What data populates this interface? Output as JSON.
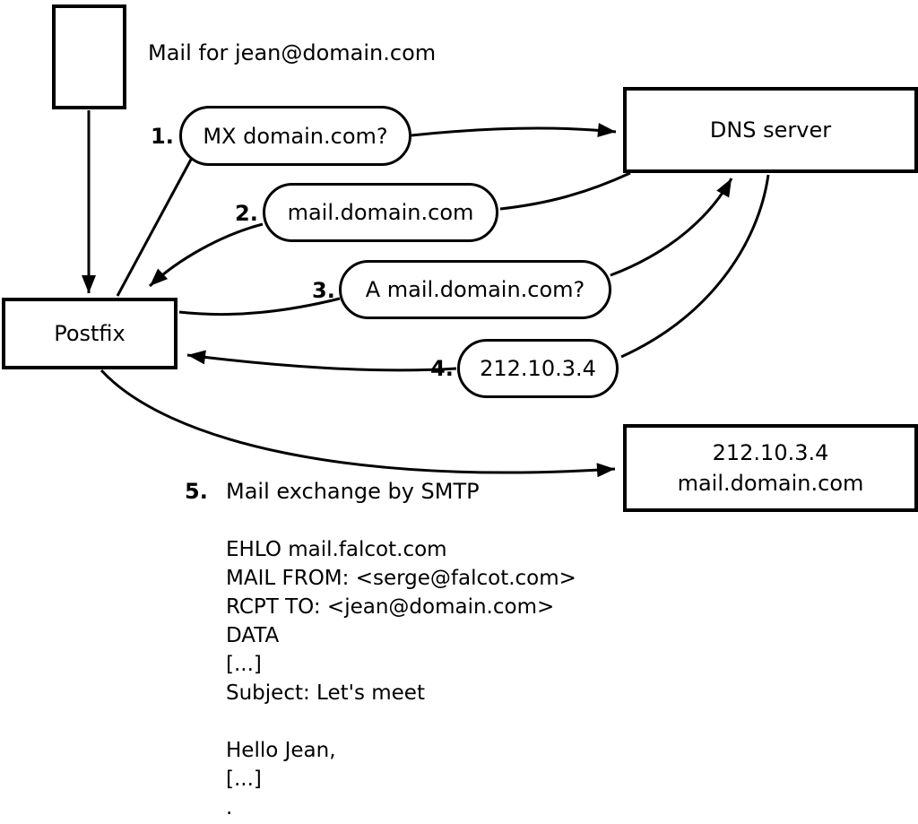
{
  "diagram": {
    "mail_label": "Mail for jean@domain.com",
    "nodes": {
      "postfix": "Postfix",
      "dns": "DNS server",
      "result_line1": "212.10.3.4",
      "result_line2": "mail.domain.com"
    },
    "steps": [
      {
        "num": "1.",
        "label": "MX domain.com?"
      },
      {
        "num": "2.",
        "label": "mail.domain.com"
      },
      {
        "num": "3.",
        "label": "A mail.domain.com?"
      },
      {
        "num": "4.",
        "label": "212.10.3.4"
      },
      {
        "num": "5.",
        "label": "Mail exchange by SMTP"
      }
    ],
    "smtp_session": {
      "lines": [
        "EHLO mail.falcot.com",
        "MAIL FROM: <serge@falcot.com>",
        "RCPT TO: <jean@domain.com>",
        "DATA",
        "[...]",
        "Subject: Let's meet",
        "",
        "Hello Jean,",
        "[...]",
        "."
      ]
    },
    "colors": {
      "stroke": "#000000",
      "background": "#ffffff"
    }
  }
}
